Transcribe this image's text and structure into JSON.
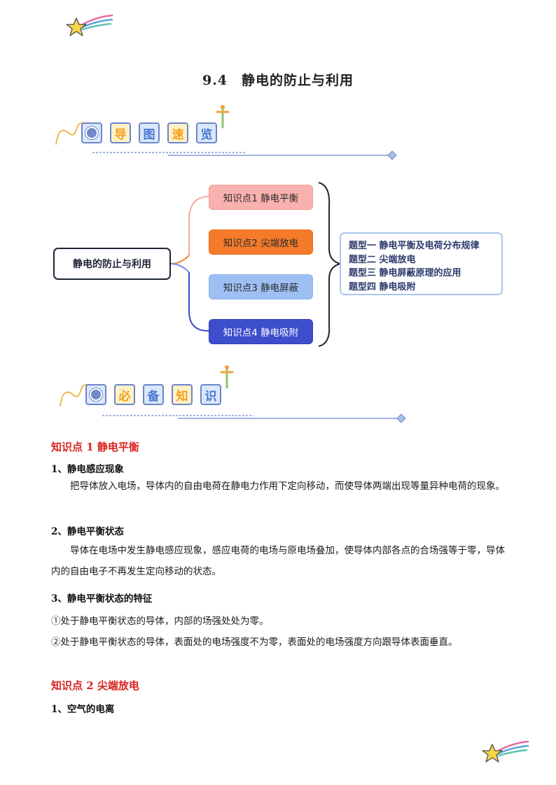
{
  "title": "9.4　静电的防止与利用",
  "banner1": {
    "chars": [
      "导",
      "图",
      "速",
      "览"
    ]
  },
  "banner2": {
    "chars": [
      "必",
      "备",
      "知",
      "识"
    ]
  },
  "mindmap": {
    "root": "静电的防止与利用",
    "knowledge_points": [
      "知识点1  静电平衡",
      "知识点2  尖端放电",
      "知识点3  静电屏蔽",
      "知识点4  静电吸附"
    ],
    "types": [
      "题型一  静电平衡及电荷分布规律",
      "题型二  尖端放电",
      "题型三  静电屏蔽原理的应用",
      "题型四  静电吸附"
    ]
  },
  "section1": {
    "heading": "知识点 1  静电平衡",
    "sub1": "1、静电感应现象",
    "para1": "把导体放入电场，导体内的自由电荷在静电力作用下定向移动，而使导体两端出现等量异种电荷的现象。",
    "sub2": "2、静电平衡状态",
    "para2": "导体在电场中发生静电感应现象，感应电荷的电场与原电场叠加，使导体内部各点的合场强等于零，导体内的自由电子不再发生定向移动的状态。",
    "sub3": "3、静电平衡状态的特征",
    "item1": "①处于静电平衡状态的导体，内部的场强处处为零。",
    "item2": "②处于静电平衡状态的导体，表面处的电场强度不为零，表面处的电场强度方向跟导体表面垂直。"
  },
  "section2": {
    "heading": "知识点 2  尖端放电",
    "sub1": "1、空气的电离"
  },
  "colors": {
    "heading_red": "#d9231e",
    "kp1": "#f9b1ad",
    "kp2": "#f57b2b",
    "kp3": "#9dbff4",
    "kp4": "#3d4ecc"
  }
}
